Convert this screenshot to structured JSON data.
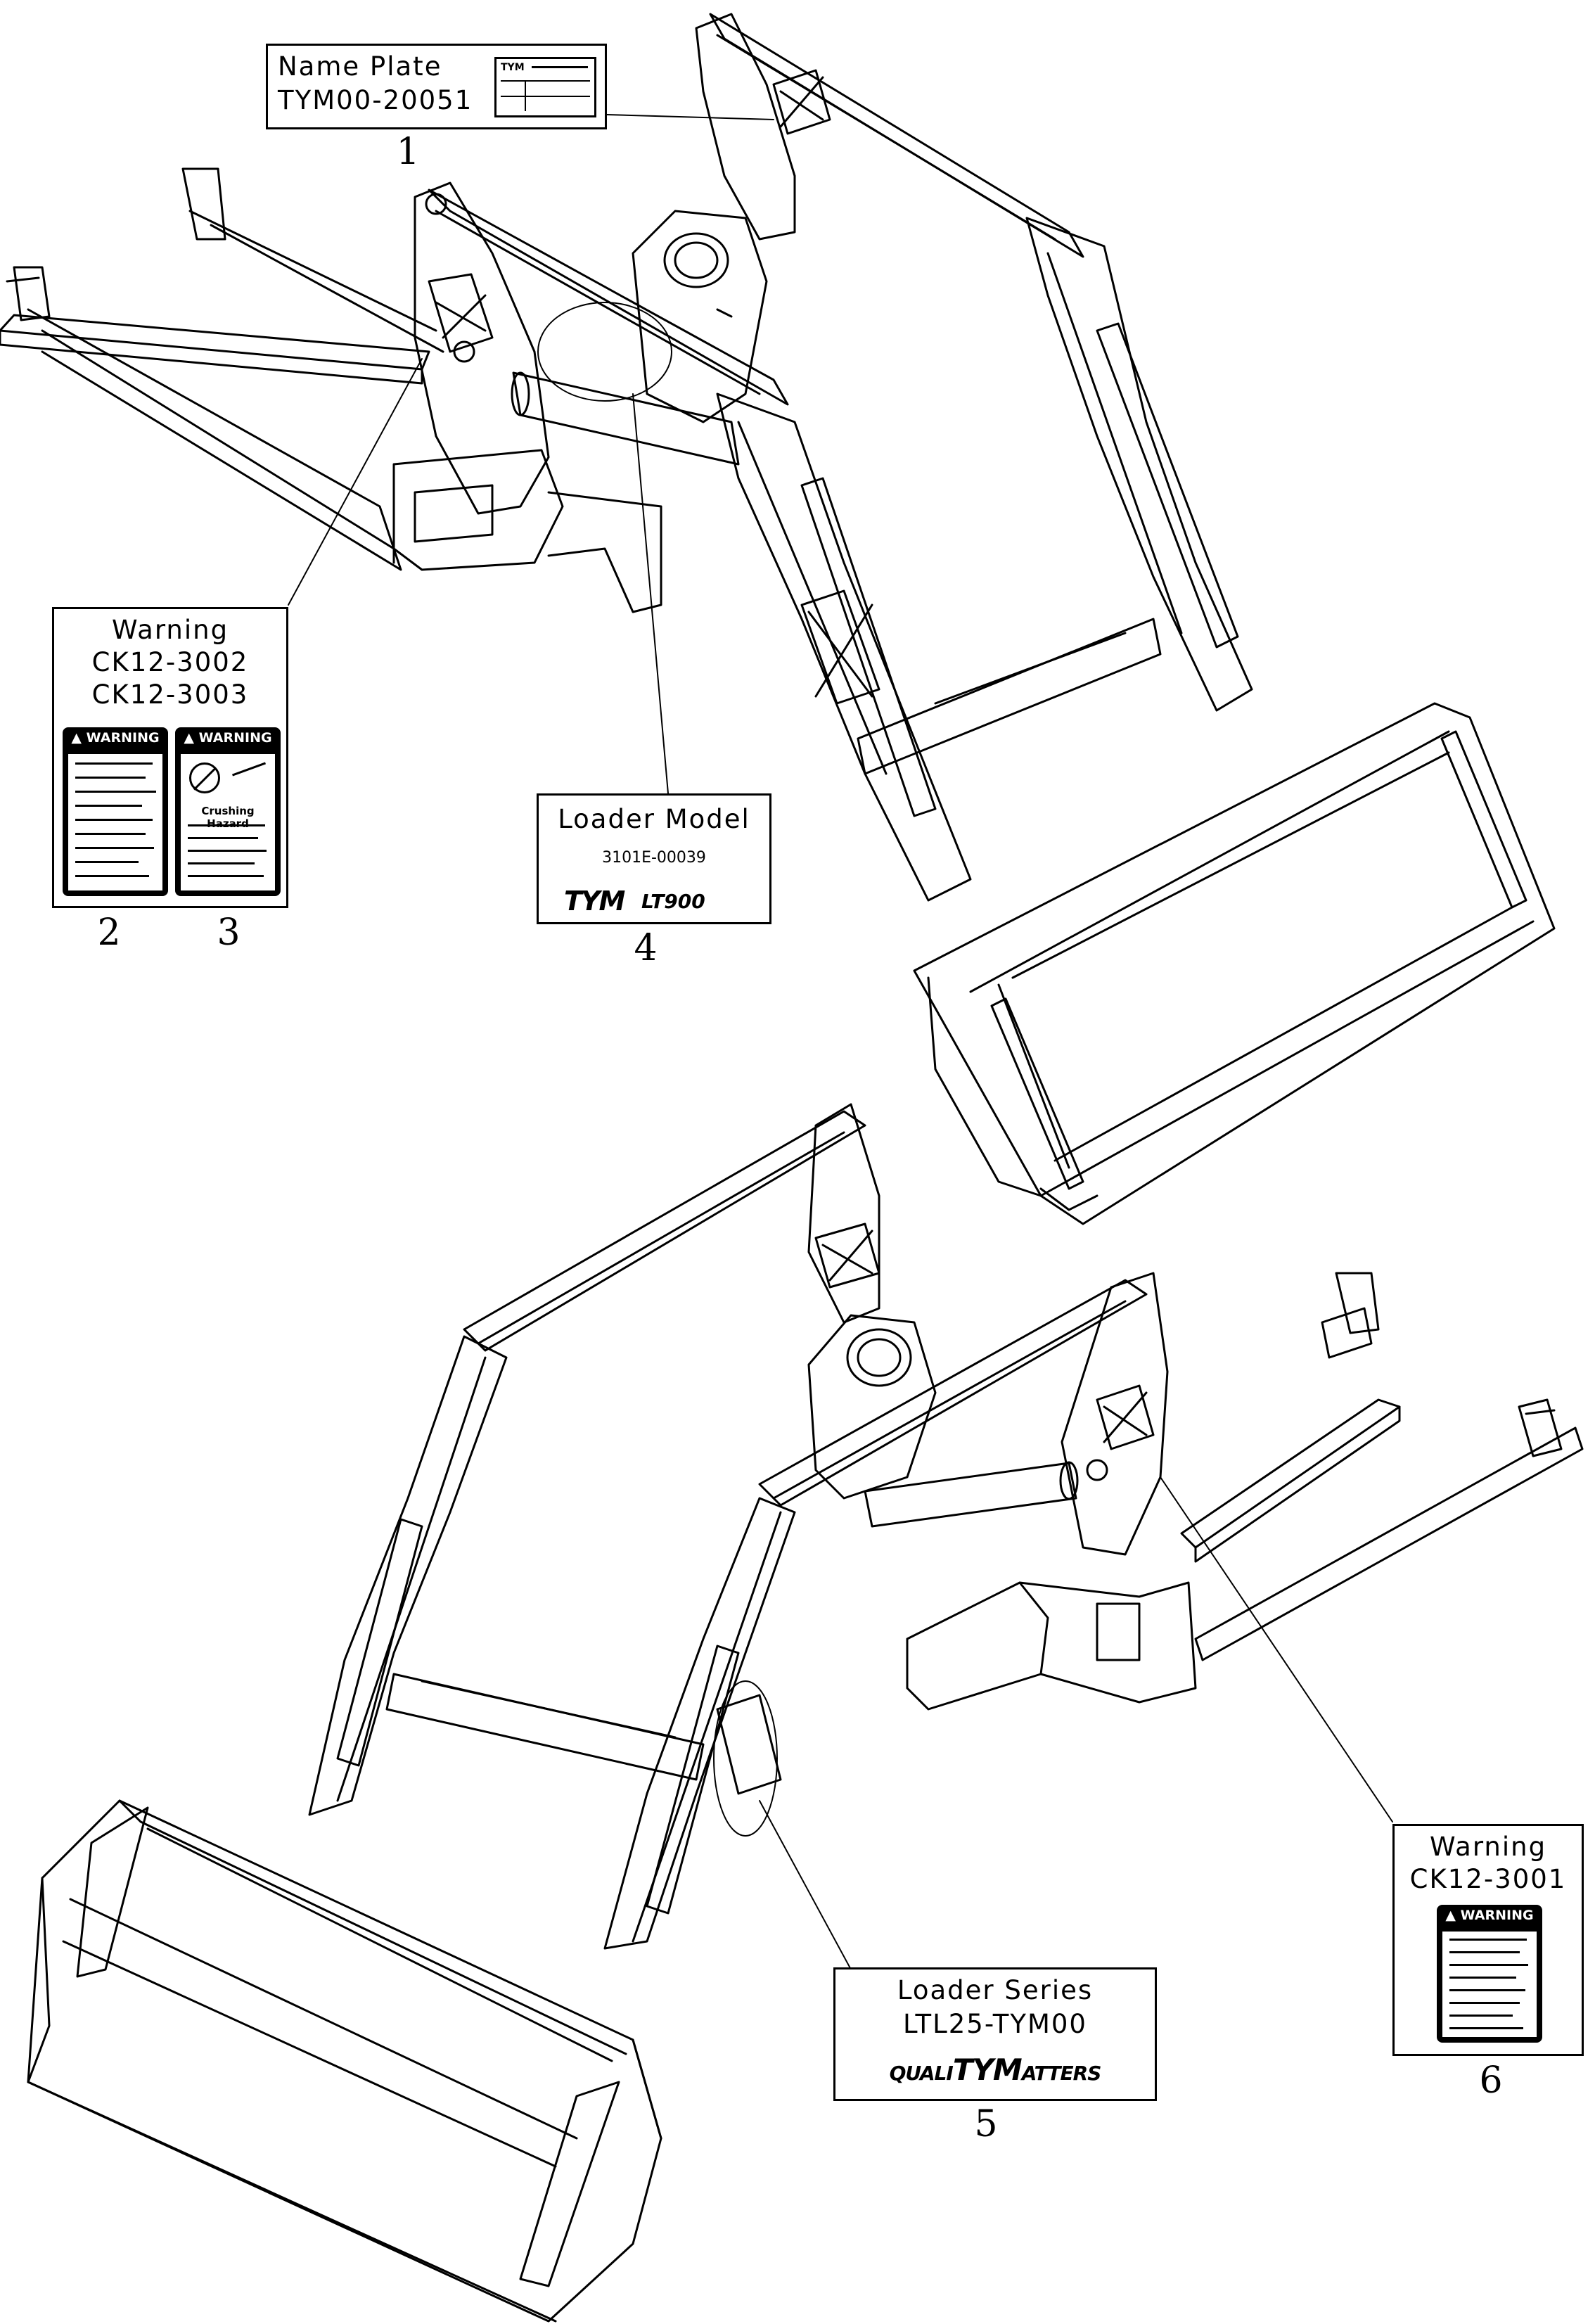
{
  "labels": {
    "nameplate": {
      "title": "Name Plate",
      "part": "TYM00-20051",
      "callout": "1",
      "plate_logo": "TYM"
    },
    "warning_a": {
      "title": "Warning",
      "part1": "CK12-3002",
      "part2": "CK12-3003",
      "callout_left": "2",
      "callout_right": "3",
      "decal_left_head": "WARNING",
      "decal_right_head": "WARNING",
      "decal_right_sub": "Crushing Hazard"
    },
    "loader_model": {
      "title": "Loader Model",
      "code": "3101E-00039",
      "logo": "TYM",
      "model": "LT900",
      "callout": "4"
    },
    "loader_series": {
      "title": "Loader Series",
      "part": "LTL25-TYM00",
      "logo_a": "QUALI",
      "logo_b": "TYM",
      "logo_c": "ATTERS",
      "callout": "5"
    },
    "warning_b": {
      "title": "Warning",
      "part": "CK12-3001",
      "decal_head": "WARNING",
      "callout": "6"
    }
  },
  "colors": {
    "ink": "#000000",
    "paper": "#ffffff"
  }
}
